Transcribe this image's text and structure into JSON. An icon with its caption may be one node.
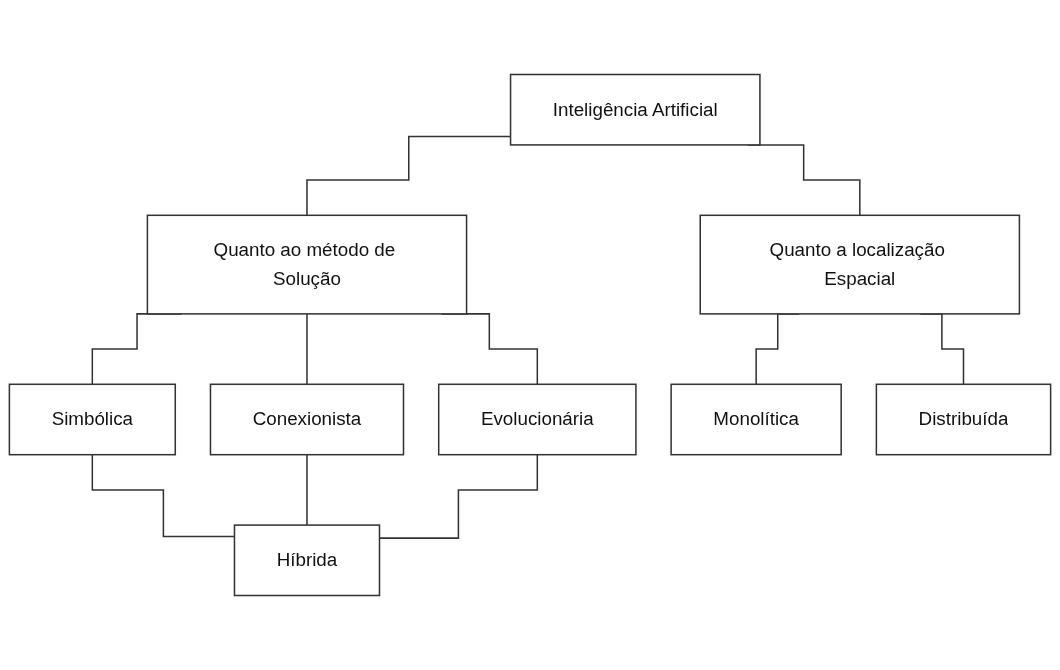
{
  "diagram": {
    "nodes": [
      {
        "text": [
          "Inteligência Artificial"
        ]
      },
      {
        "text": [
          "Quanto ao método de Solução"
        ]
      },
      {
        "text": [
          "Quanto a localização Espacial"
        ]
      },
      {
        "text": [
          "Simbólica"
        ]
      },
      {
        "text": [
          "Conexionista"
        ]
      },
      {
        "text": [
          "Evolucionária"
        ]
      },
      {
        "text": [
          "Monolítica"
        ]
      },
      {
        "text": [
          "Distribuída"
        ]
      },
      {
        "text": [
          "Híbrida"
        ]
      }
    ],
    "edges": [
      {
        "from": 0,
        "to": 1,
        "arrow": "none"
      },
      {
        "from": 0,
        "to": 2,
        "arrow": "none"
      },
      {
        "from": 1,
        "to": 3,
        "arrow": "none"
      },
      {
        "from": 1,
        "to": 4,
        "arrow": "none"
      },
      {
        "from": 1,
        "to": 5,
        "arrow": "none"
      },
      {
        "from": 2,
        "to": 6,
        "arrow": "none"
      },
      {
        "from": 2,
        "to": 7,
        "arrow": "none"
      },
      {
        "from": 3,
        "to": 8,
        "arrow": "none"
      },
      {
        "from": 4,
        "to": 8,
        "arrow": "none"
      },
      {
        "from": 5,
        "to": 8,
        "arrow": "none"
      }
    ]
  }
}
